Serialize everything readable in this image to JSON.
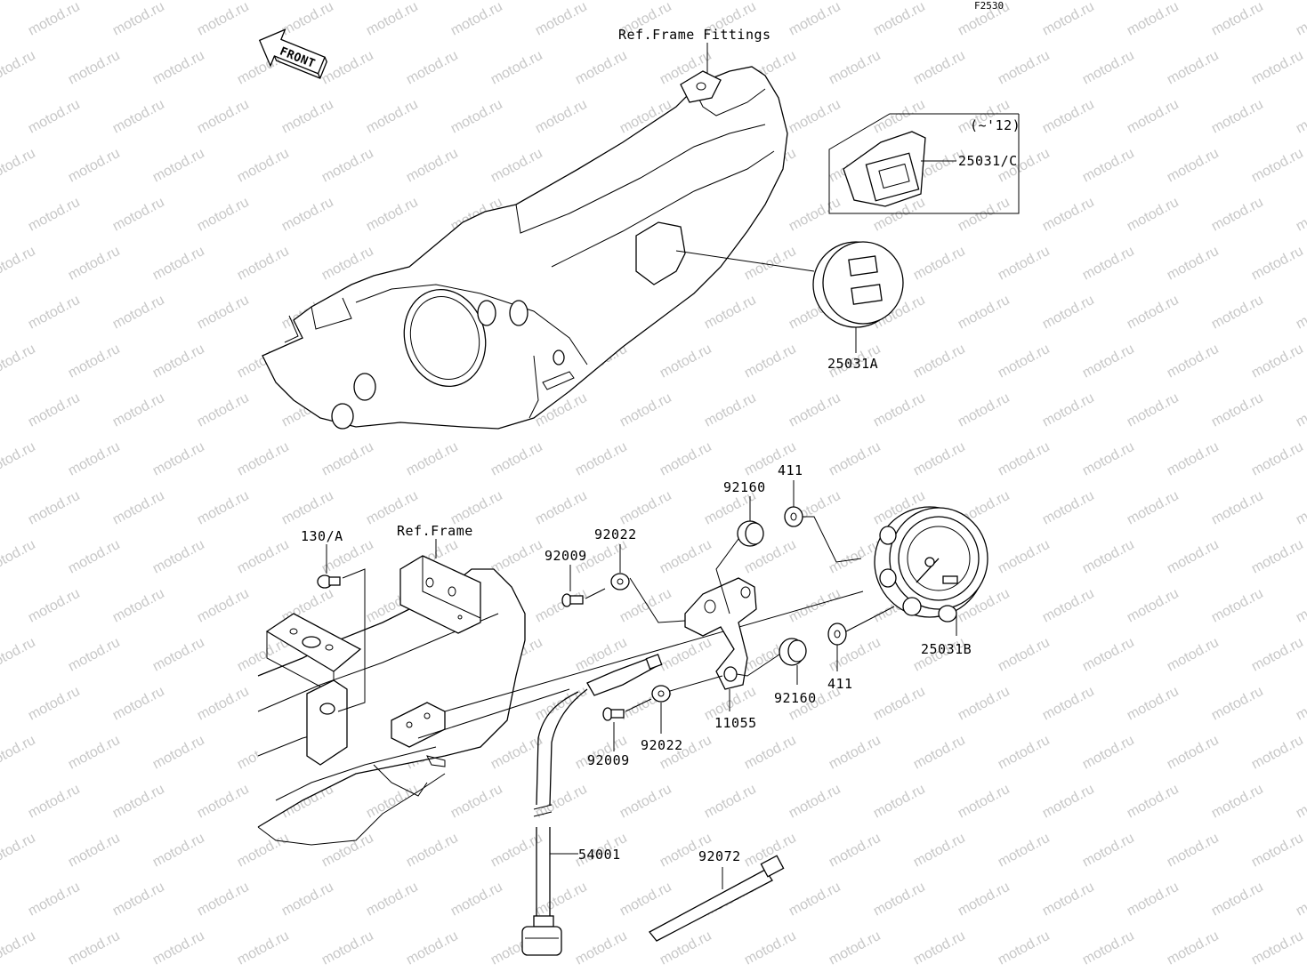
{
  "diagram": {
    "code": "F2530",
    "front_label": "FRONT",
    "watermark": "motod.ru",
    "labels": {
      "ref_frame_fittings": "Ref.Frame Fittings",
      "ref_frame": "Ref.Frame",
      "year_note": "(~'12)",
      "p25031C": "25031/C",
      "p25031A": "25031A",
      "p25031B": "25031B",
      "p130A": "130/A",
      "p92160_top": "92160",
      "p411_top": "411",
      "p92022_top": "92022",
      "p92009_top": "92009",
      "p92160_bot": "92160",
      "p411_bot": "411",
      "p11055": "11055",
      "p92022_bot": "92022",
      "p92009_bot": "92009",
      "p54001": "54001",
      "p92072": "92072"
    }
  }
}
